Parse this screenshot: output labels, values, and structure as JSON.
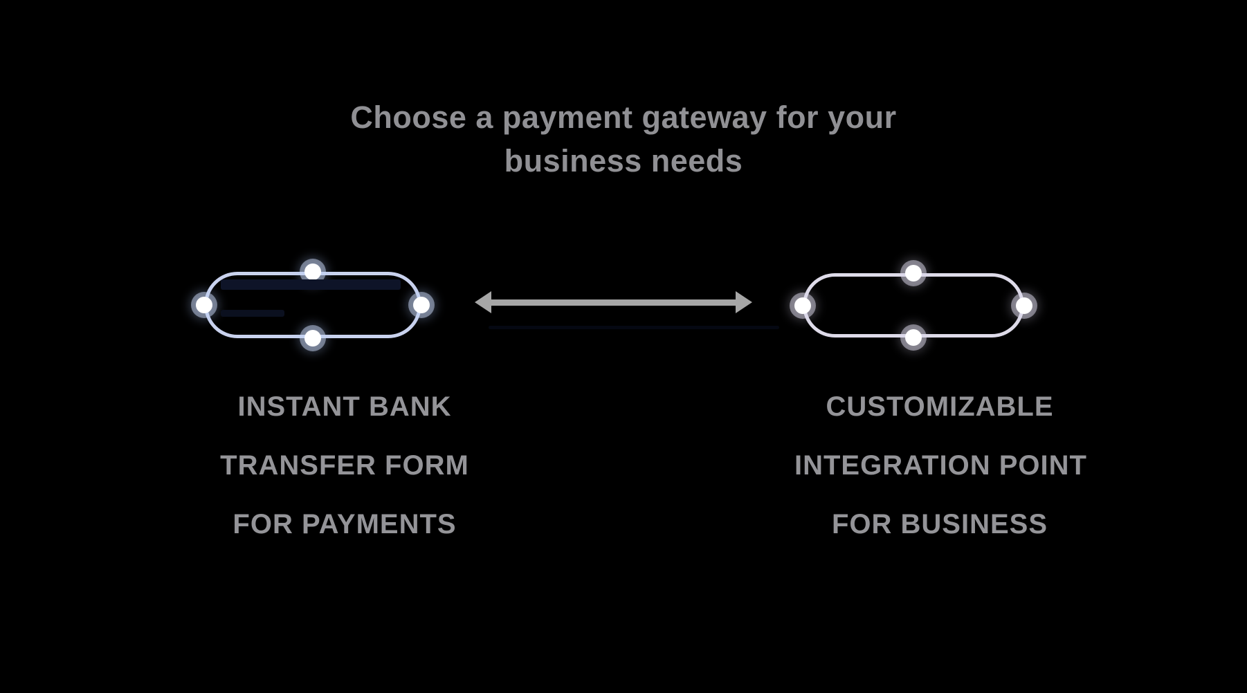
{
  "page": {
    "background_color": "#000000"
  },
  "title": {
    "line1": "Choose a payment gateway for your",
    "line2": "business needs",
    "color": "#909094"
  },
  "diagram": {
    "left_shape": {
      "kind": "rounded-rectangle",
      "border_color": "#c9d2ee",
      "selected": true,
      "handle_count": 4,
      "handle_color": "#ffffff"
    },
    "right_shape": {
      "kind": "rounded-rectangle",
      "border_color": "#dedbe9",
      "selected": true,
      "handle_count": 4,
      "handle_color": "#ffffff"
    },
    "connector": {
      "kind": "double-headed-arrow",
      "color": "#a6a6a6"
    }
  },
  "left_column": {
    "lines": [
      "INSTANT BANK",
      "TRANSFER FORM",
      "FOR PAYMENTS"
    ],
    "color": "#949498"
  },
  "right_column": {
    "lines": [
      "CUSTOMIZABLE",
      "INTEGRATION POINT",
      "FOR BUSINESS"
    ],
    "color": "#949498"
  }
}
